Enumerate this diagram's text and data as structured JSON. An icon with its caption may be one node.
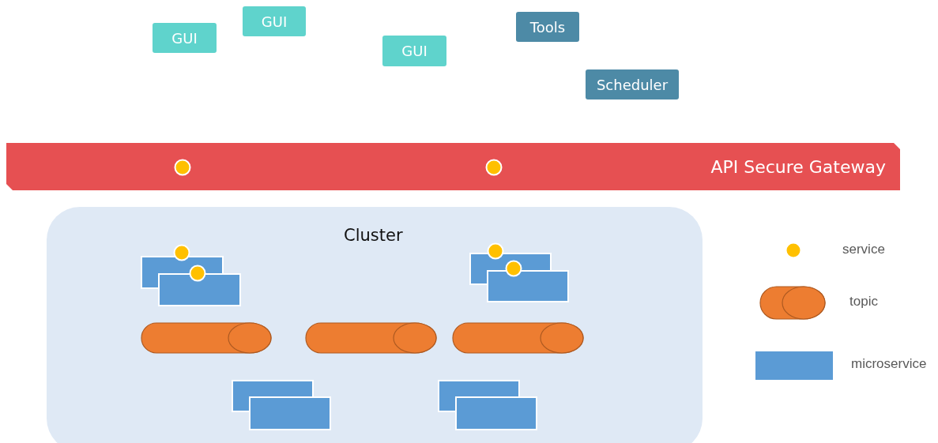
{
  "diagram": {
    "nodes": [
      {
        "text": [
          "GUI"
        ]
      },
      {
        "text": [
          "GUI"
        ]
      },
      {
        "text": [
          "GUI"
        ]
      },
      {
        "text": [
          "Tools"
        ]
      },
      {
        "text": [
          "Scheduler"
        ]
      },
      {
        "text": [
          "API Secure Gateway"
        ]
      },
      {
        "text": [],
        "shape": "circle",
        "in": 5
      },
      {
        "text": [],
        "shape": "circle",
        "in": 5
      },
      {
        "text": [
          "Cluster"
        ]
      },
      {
        "text": [],
        "shape": "box",
        "in": 8
      },
      {
        "text": [],
        "shape": "box",
        "in": 8
      },
      {
        "text": [],
        "shape": "circle",
        "in": 8
      },
      {
        "text": [],
        "shape": "circle",
        "in": 9
      },
      {
        "text": [],
        "shape": "box",
        "in": 8
      },
      {
        "text": [],
        "shape": "box",
        "in": 8
      },
      {
        "text": [],
        "shape": "circle",
        "in": 8
      },
      {
        "text": [],
        "shape": "circle",
        "in": 13
      },
      {
        "text": [],
        "shape": "cylinder",
        "in": 8
      },
      {
        "text": [],
        "shape": "cylinder",
        "in": 8
      },
      {
        "text": [],
        "shape": "cylinder",
        "in": 8
      },
      {
        "text": [],
        "shape": "box",
        "in": 8
      },
      {
        "text": [],
        "shape": "box",
        "in": 8
      },
      {
        "text": [],
        "shape": "box",
        "in": 8
      },
      {
        "text": [],
        "shape": "box",
        "in": 8
      }
    ],
    "edges": [],
    "legend": [
      {
        "text": "service",
        "color": "#ffc000"
      },
      {
        "text": "topic"
      },
      {
        "text": "microservice",
        "color": "#5b9bd5"
      }
    ]
  }
}
